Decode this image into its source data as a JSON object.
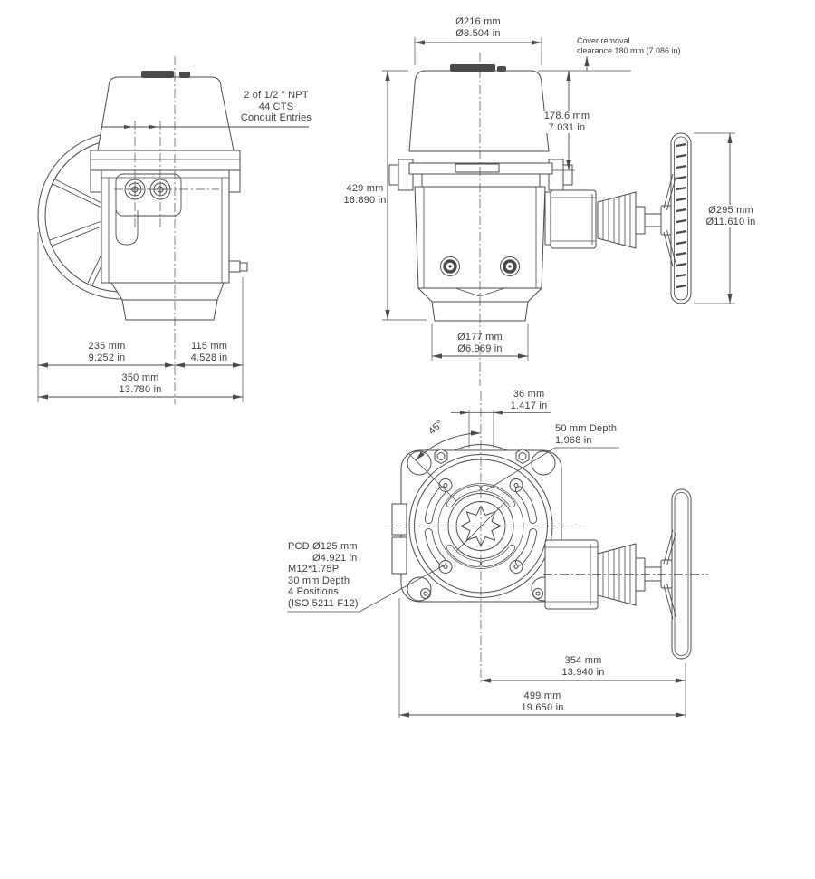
{
  "drawing": {
    "style": {
      "line_color": "#4a4a4a",
      "text_color": "#3c3c3c"
    },
    "side_view": {
      "conduit_note_line1": "2 of 1/2 \" NPT",
      "conduit_note_line2": "44 CTS",
      "conduit_note_line3": "Conduit Entries",
      "dim_left_mm": "235 mm",
      "dim_left_in": "9.252 in",
      "dim_right_mm": "115 mm",
      "dim_right_in": "4.528 in",
      "dim_total_mm": "350 mm",
      "dim_total_in": "13.780 in"
    },
    "front_view": {
      "dim_cover_dia_mm": "Ø216 mm",
      "dim_cover_dia_in": "Ø8.504 in",
      "note_cover_removal_line1": "Cover removal",
      "note_cover_removal_line2": "clearance 180 mm (7.086 in)",
      "dim_cover_h_mm": "178.6 mm",
      "dim_cover_h_in": "7.031 in",
      "dim_height_mm": "429 mm",
      "dim_height_in": "16.890 in",
      "dim_wheel_dia_mm": "Ø295 mm",
      "dim_wheel_dia_in": "Ø11.610 in",
      "dim_base_dia_mm": "Ø177 mm",
      "dim_base_dia_in": "Ø6.969 in"
    },
    "bottom_view": {
      "dim_offset_mm": "36 mm",
      "dim_offset_in": "1.417 in",
      "dim_angle": "45°",
      "note_depth_line1": "50 mm Depth",
      "note_depth_line2": "1.968 in",
      "note_pcd_line1": "PCD Ø125 mm",
      "note_pcd_line2": "Ø4.921 in",
      "note_pcd_line3": "M12*1.75P",
      "note_pcd_line4": "30 mm Depth",
      "note_pcd_line5": "4 Positions",
      "note_pcd_line6": "(ISO 5211 F12)",
      "dim_center_wheel_mm": "354 mm",
      "dim_center_wheel_in": "13.940 in",
      "dim_overall_mm": "499 mm",
      "dim_overall_in": "19.650 in"
    }
  }
}
